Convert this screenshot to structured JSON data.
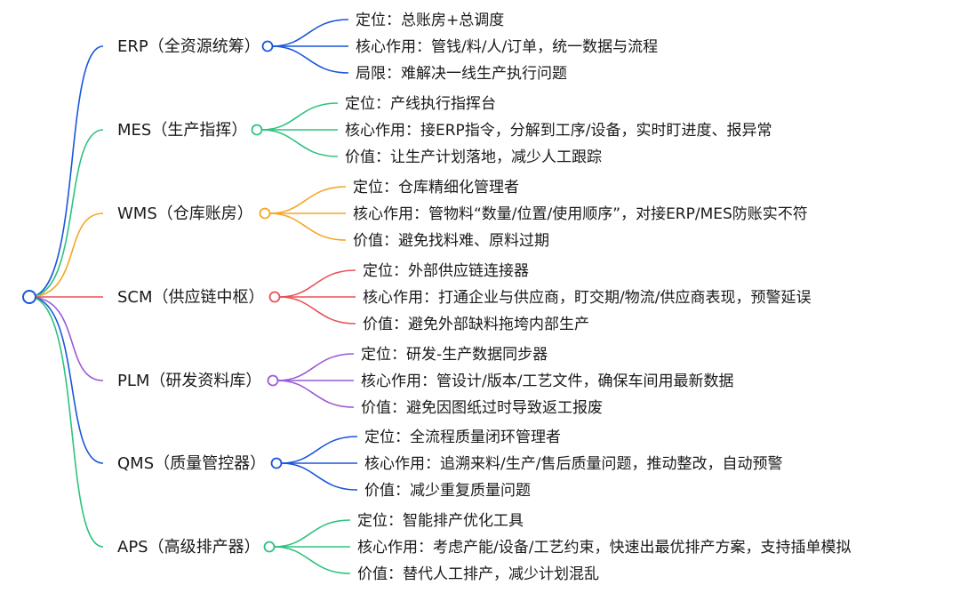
{
  "root": {
    "color": "#1a56db"
  },
  "branches": [
    {
      "title": "ERP（全资源统筹）",
      "color": "#1a56db",
      "items": [
        "定位：总账房+总调度",
        "核心作用：管钱/料/人/订单，统一数据与流程",
        "局限：难解决一线生产执行问题"
      ]
    },
    {
      "title": "MES（生产指挥）",
      "color": "#2ec27e",
      "items": [
        "定位：产线执行指挥台",
        "核心作用：接ERP指令，分解到工序/设备，实时盯进度、报异常",
        "价值：让生产计划落地，减少人工跟踪"
      ]
    },
    {
      "title": "WMS（仓库账房）",
      "color": "#f5a623",
      "items": [
        "定位：仓库精细化管理者",
        "核心作用：管物料“数量/位置/使用顺序”，对接ERP/MES防账实不符",
        "价值：避免找料难、原料过期"
      ]
    },
    {
      "title": "SCM（供应链中枢）",
      "color": "#e8525a",
      "items": [
        "定位：外部供应链连接器",
        "核心作用：打通企业与供应商，盯交期/物流/供应商表现，预警延误",
        "价值：避免外部缺料拖垮内部生产"
      ]
    },
    {
      "title": "PLM（研发资料库）",
      "color": "#9b59d6",
      "items": [
        "定位：研发-生产数据同步器",
        "核心作用：管设计/版本/工艺文件，确保车间用最新数据",
        "价值：避免因图纸过时导致返工报废"
      ]
    },
    {
      "title": "QMS（质量管控器）",
      "color": "#1a56db",
      "items": [
        "定位：全流程质量闭环管理者",
        "核心作用：追溯来料/生产/售后质量问题，推动整改，自动预警",
        "价值：减少重复质量问题"
      ]
    },
    {
      "title": "APS（高级排产器）",
      "color": "#2ec27e",
      "items": [
        "定位：智能排产优化工具",
        "核心作用：考虑产能/设备/工艺约束，快速出最优排产方案，支持插单模拟",
        "价值：替代人工排产，减少计划混乱"
      ]
    }
  ]
}
